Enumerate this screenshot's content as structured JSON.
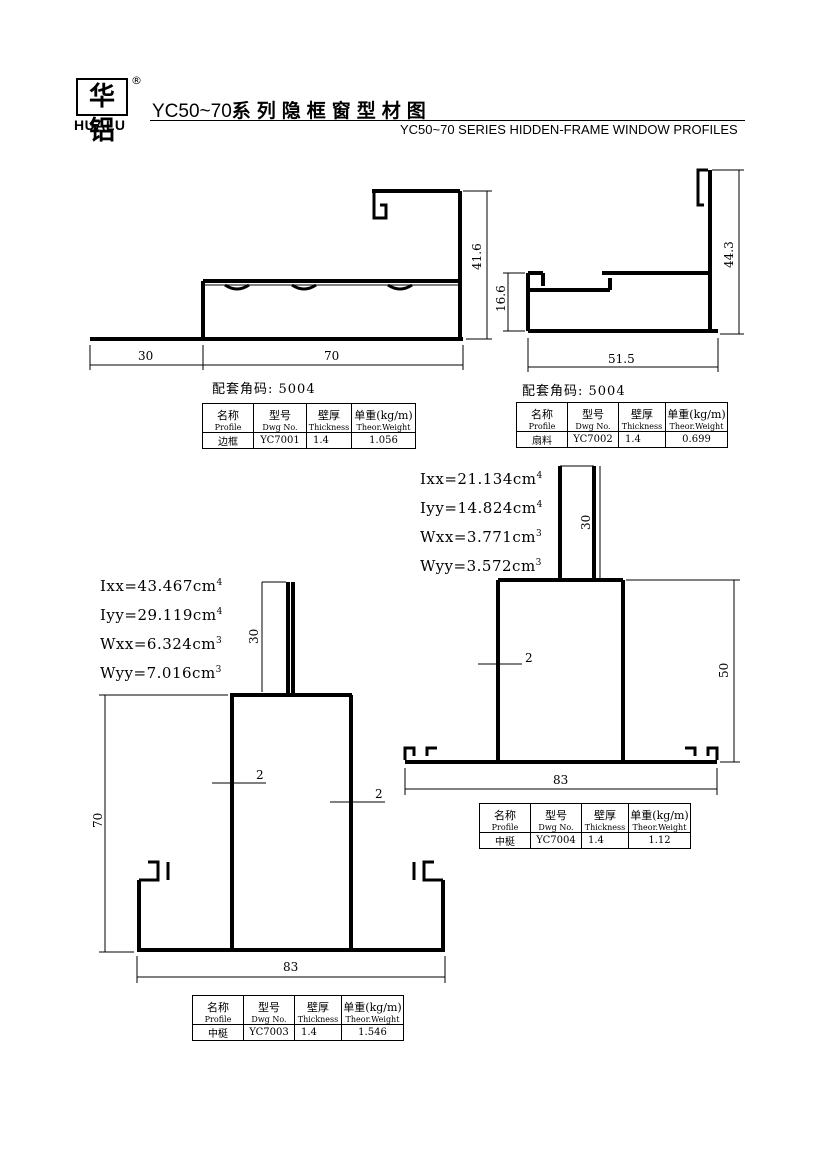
{
  "header": {
    "logo_cn": "华铝",
    "logo_mark": "®",
    "logo_name": "HUALU",
    "title_code": "YC50~70",
    "title_cn": "系列隐框窗型材图",
    "title_en": "YC50~70 SERIES HIDDEN-FRAME WINDOW PROFILES"
  },
  "table_headers": {
    "profile_cn": "名称",
    "profile_en": "Profile",
    "dwg_cn": "型号",
    "dwg_en": "Dwg No.",
    "thick_cn": "壁厚",
    "thick_en": "Thickness",
    "weight_cn": "单重(kg/m)",
    "weight_en": "Theor.Weight"
  },
  "profiles": [
    {
      "caption": "配套角码: 5004",
      "name": "边框",
      "dwg": "YC7001",
      "thickness": "1.4",
      "weight": "1.056",
      "dims": {
        "left": "30",
        "width": "70",
        "height": "41.6"
      }
    },
    {
      "caption": "配套角码: 5004",
      "name": "扇料",
      "dwg": "YC7002",
      "thickness": "1.4",
      "weight": "0.699",
      "dims": {
        "height": "44.3",
        "inner": "16.6",
        "width": "51.5"
      }
    },
    {
      "name": "中梃",
      "dwg": "YC7004",
      "thickness": "1.4",
      "weight": "1.12",
      "props": {
        "ixx": "Ixx=21.134cm",
        "iyy": "Iyy=14.824cm",
        "wxx": "Wxx=3.771cm",
        "wyy": "Wyy=3.572cm",
        "exp4": "4",
        "exp3": "3"
      },
      "dims": {
        "stem": "30",
        "height": "50",
        "wall": "2",
        "width": "83"
      }
    },
    {
      "name": "中梃",
      "dwg": "YC7003",
      "thickness": "1.4",
      "weight": "1.546",
      "props": {
        "ixx": "Ixx=43.467cm",
        "iyy": "Iyy=29.119cm",
        "wxx": "Wxx=6.324cm",
        "wyy": "Wyy=7.016cm",
        "exp4": "4",
        "exp3": "3"
      },
      "dims": {
        "stem": "30",
        "height": "70",
        "wall1": "2",
        "wall2": "2",
        "width": "83"
      }
    }
  ]
}
